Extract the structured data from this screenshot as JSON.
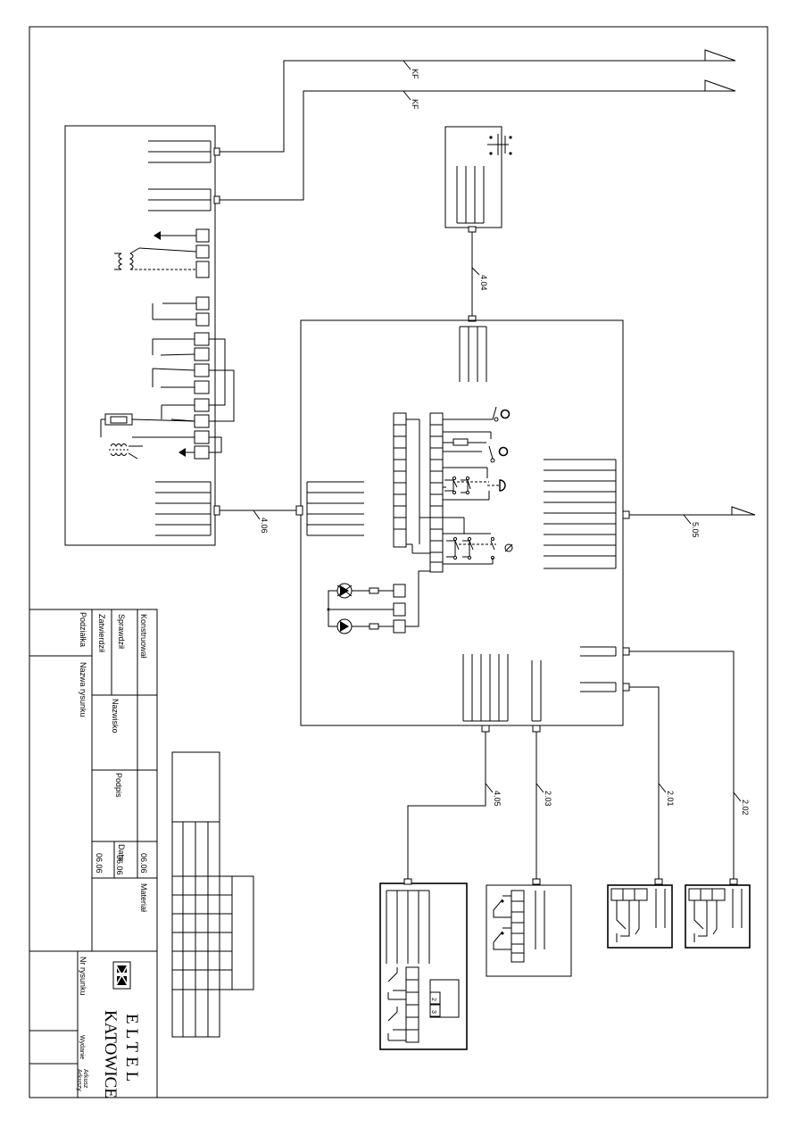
{
  "cables": {
    "kf_top": "KF",
    "kf_second": "KF",
    "c404": "4.04",
    "c406": "4.06",
    "c505": "5.05",
    "c405": "4.05",
    "c203": "2.03",
    "c201": "2.01",
    "c202": "2.02"
  },
  "terminal_labels": {
    "t2": "2",
    "t3": "3"
  },
  "title_block": {
    "podzialka": "Podziałka",
    "zatwierdzil": "Zatwierdził",
    "sprawdzil": "Sprawdził",
    "konstruowal": "Konstruował",
    "nazwa_rysunku": "Nazwa rysunku",
    "nazwisko": "Nazwisko",
    "podpis": "Podpis",
    "data": "Data",
    "date1": "06.06",
    "date2": "06.06",
    "date3": "06.06",
    "material": "Materiał",
    "nr_rysunku": "Nr rysunku",
    "wydanie": "Wydanie",
    "arkusz": "Arkusz",
    "arkuszy": "Arkuszy"
  },
  "logo": {
    "word1": "ELTEL",
    "word2": "KATOWICE"
  }
}
